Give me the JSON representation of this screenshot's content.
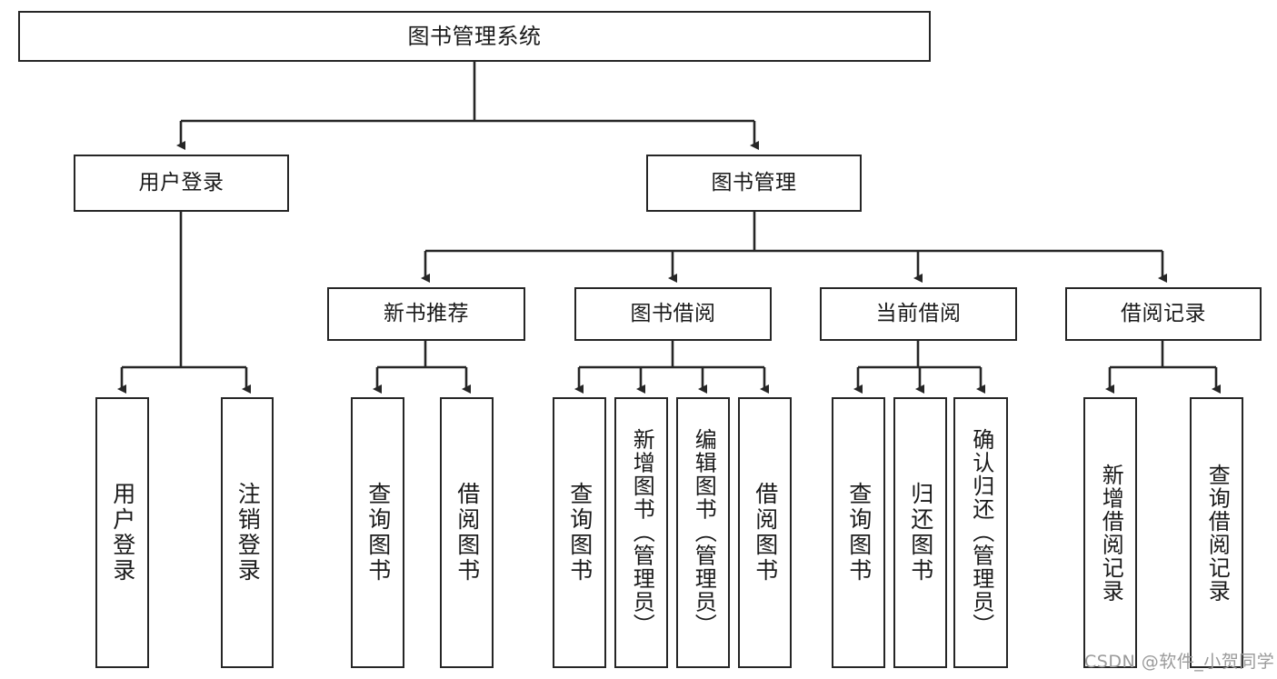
{
  "diagram": {
    "title": "图书管理系统",
    "type": "tree-hierarchy",
    "root": {
      "label": "图书管理系统"
    },
    "level2": [
      {
        "label": "用户登录"
      },
      {
        "label": "图书管理"
      }
    ],
    "level3": [
      {
        "label": "新书推荐"
      },
      {
        "label": "图书借阅"
      },
      {
        "label": "当前借阅"
      },
      {
        "label": "借阅记录"
      }
    ],
    "leaves": {
      "user_login": [
        {
          "label": "用户登录"
        },
        {
          "label": "注销登录"
        }
      ],
      "new_book_recommend": [
        {
          "label": "查询图书"
        },
        {
          "label": "借阅图书"
        }
      ],
      "book_borrow": [
        {
          "label": "查询图书"
        },
        {
          "label": "新增图书（管理员）"
        },
        {
          "label": "编辑图书（管理员）"
        },
        {
          "label": "借阅图书"
        }
      ],
      "current_borrow": [
        {
          "label": "查询图书"
        },
        {
          "label": "归还图书"
        },
        {
          "label": "确认归还（管理员）"
        }
      ],
      "borrow_records": [
        {
          "label": "新增借阅记录"
        },
        {
          "label": "查询借阅记录"
        }
      ]
    }
  },
  "watermark": {
    "text": "CSDN @软件_小贺同学"
  },
  "colors": {
    "stroke": "#262626",
    "text": "#1a1a1a",
    "background": "#ffffff",
    "watermark": "#9a9a9a"
  }
}
